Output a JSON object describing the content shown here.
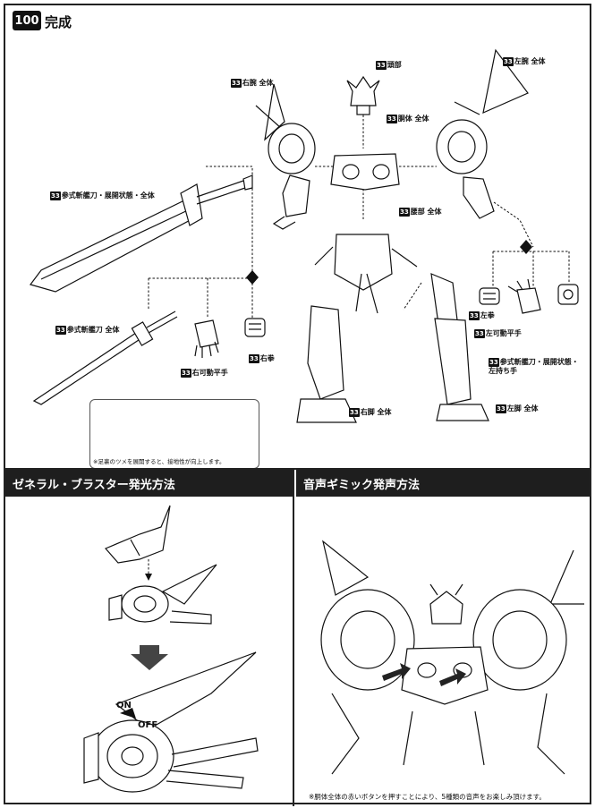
{
  "step": {
    "number": "100",
    "title": "完成"
  },
  "parts": {
    "head": {
      "num": "33",
      "label": "頭部"
    },
    "right_arm": {
      "num": "33",
      "label": "右腕 全体"
    },
    "left_arm": {
      "num": "33",
      "label": "左腕 全体"
    },
    "torso": {
      "num": "33",
      "label": "胴体 全体"
    },
    "waist": {
      "num": "33",
      "label": "腰部 全体"
    },
    "sword_deployed": {
      "num": "33",
      "label": "参式斬艦刀・展開状態・全体"
    },
    "sword": {
      "num": "33",
      "label": "参式斬艦刀 全体"
    },
    "right_fist": {
      "num": "33",
      "label": "右拳"
    },
    "right_open_hand": {
      "num": "33",
      "label": "右可動平手"
    },
    "left_fist": {
      "num": "33",
      "label": "左拳"
    },
    "left_open_hand": {
      "num": "33",
      "label": "左可動平手"
    },
    "left_hold_hand_1": {
      "num": "33",
      "label": "参式斬艦刀・展開状態・"
    },
    "left_hold_hand_2": {
      "label": "左持ち手"
    },
    "right_leg": {
      "num": "33",
      "label": "右脚 全体"
    },
    "left_leg": {
      "num": "33",
      "label": "左脚 全体"
    }
  },
  "note": "※足裏のツメを展開すると、接地性が向上します。",
  "section_left": {
    "title": "ゼネラル・ブラスター発光方法",
    "on": "ON",
    "off": "OFF"
  },
  "section_right": {
    "title": "音声ギミック発声方法",
    "caption": "※胴体全体の赤いボタンを押すことにより、5種類の音声をお楽しみ頂けます。"
  }
}
